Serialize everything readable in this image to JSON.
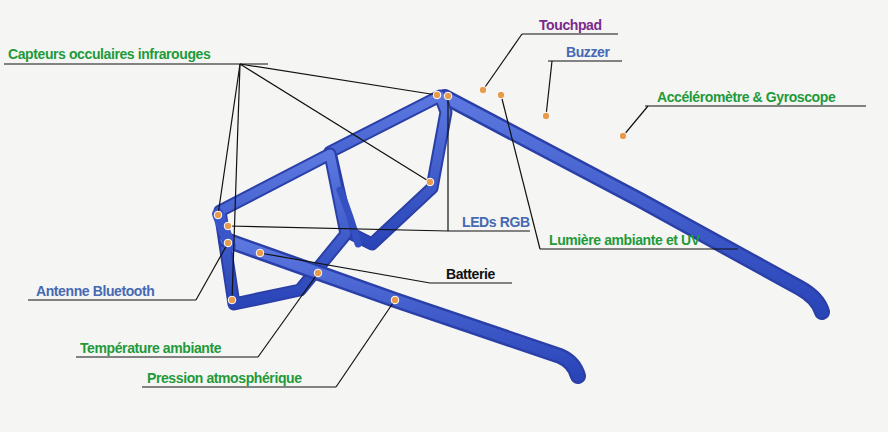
{
  "diagram": {
    "labels": [
      "Capteurs occulaires infrarouges",
      "Touchpad",
      "Buzzer",
      "Accéléromètre & Gyroscope",
      "LEDs RGB",
      "Lumière ambiante et UV",
      "Batterie",
      "Antenne Bluetooth",
      "Température ambiante",
      "Pression atmosphérique"
    ]
  }
}
